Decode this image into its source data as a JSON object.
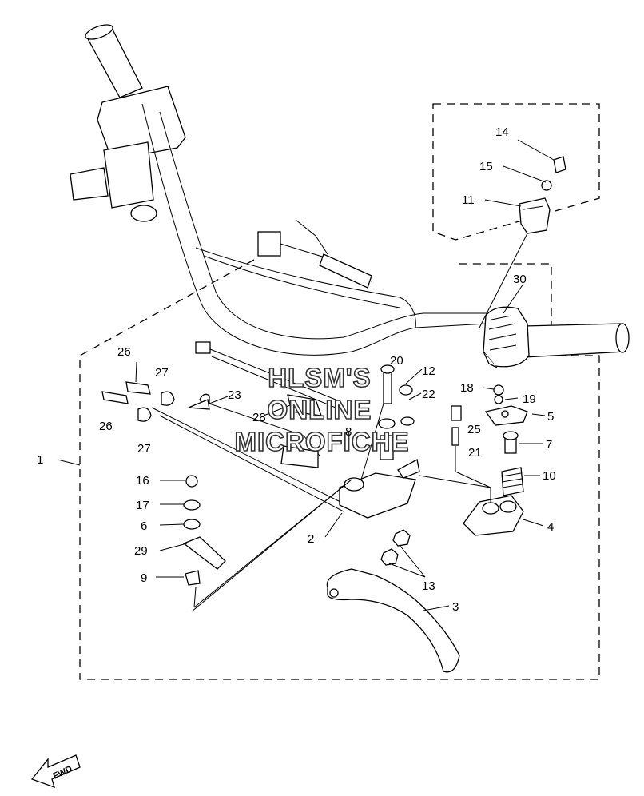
{
  "watermark": {
    "line1": "HLSM'S",
    "line2": "ONLINE",
    "line3": "MICROFICHE"
  },
  "direction_badge": "FWD",
  "callouts": {
    "c1": "1",
    "c2": "2",
    "c3": "3",
    "c4": "4",
    "c5": "5",
    "c6": "6",
    "c7": "7",
    "c8": "8",
    "c9": "9",
    "c10": "10",
    "c11": "11",
    "c12": "12",
    "c13": "13",
    "c14": "14",
    "c15": "15",
    "c16": "16",
    "c17": "17",
    "c19": "19",
    "c18": "18",
    "c20": "20",
    "c21": "21",
    "c22": "22",
    "c23": "23",
    "c25": "25",
    "c26a": "26",
    "c26b": "26",
    "c27a": "27",
    "c27b": "27",
    "c28": "28",
    "c29": "29",
    "c30": "30"
  }
}
